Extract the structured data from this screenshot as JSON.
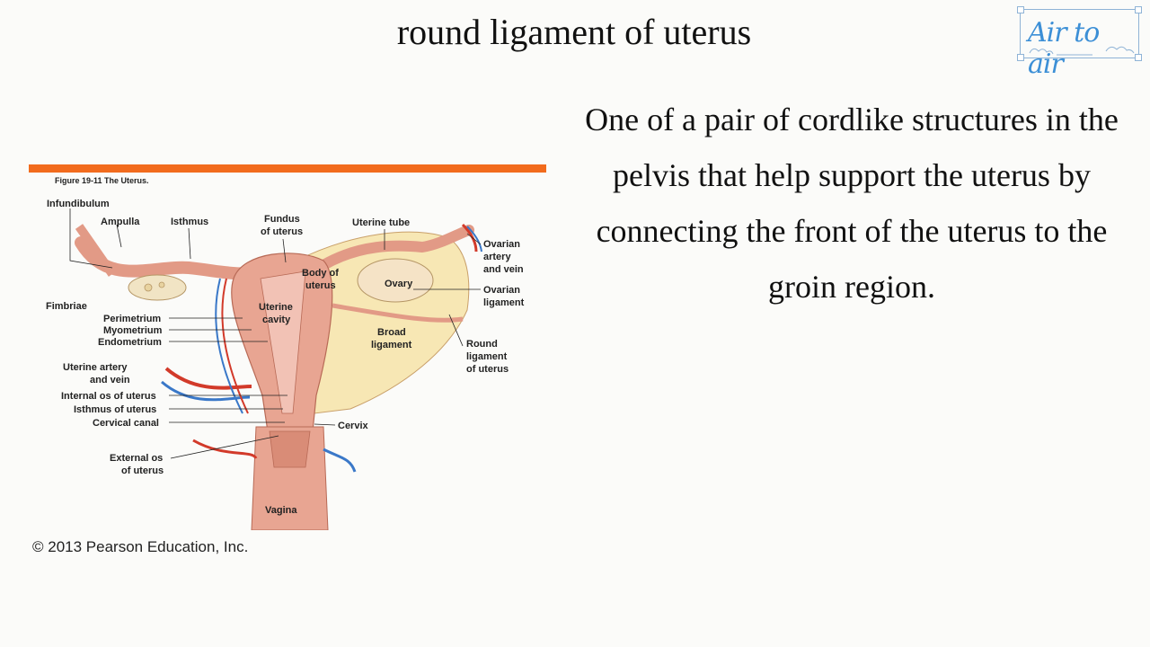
{
  "slide": {
    "title": "round ligament of uterus",
    "definition": "One of a pair of cordlike structures in the pelvis that help support the uterus by connecting the front of the uterus to the groin region."
  },
  "logo": {
    "text": "Air to air"
  },
  "figure": {
    "caption": "Figure 19-11  The Uterus.",
    "copyright": "© 2013 Pearson Education, Inc.",
    "labels": {
      "infundibulum": "Infundibulum",
      "ampulla": "Ampulla",
      "isthmus": "Isthmus",
      "fundus_1": "Fundus",
      "fundus_2": "of uterus",
      "uterine_tube": "Uterine tube",
      "ovarian_artery_1": "Ovarian",
      "ovarian_artery_2": "artery",
      "ovarian_artery_3": "and vein",
      "body_1": "Body of",
      "body_2": "uterus",
      "ovary": "Ovary",
      "ovarian_lig_1": "Ovarian",
      "ovarian_lig_2": "ligament",
      "fimbriae": "Fimbriae",
      "uterine_cavity_1": "Uterine",
      "uterine_cavity_2": "cavity",
      "perimetrium": "Perimetrium",
      "myometrium": "Myometrium",
      "endometrium": "Endometrium",
      "broad_1": "Broad",
      "broad_2": "ligament",
      "round_1": "Round",
      "round_2": "ligament",
      "round_3": "of uterus",
      "uterine_artery_1": "Uterine artery",
      "uterine_artery_2": "and vein",
      "internal_os": "Internal os of uterus",
      "isthmus_uterus": "Isthmus of uterus",
      "cervical_canal": "Cervical canal",
      "cervix": "Cervix",
      "external_os_1": "External os",
      "external_os_2": "of uterus",
      "vagina": "Vagina"
    }
  },
  "colors": {
    "accent_bar": "#f26b1d",
    "logo_blue": "#3c8fd6",
    "tissue": "#e8a592",
    "ligament": "#f7e7b4",
    "artery": "#d23a2a",
    "vein": "#3a78c8"
  }
}
